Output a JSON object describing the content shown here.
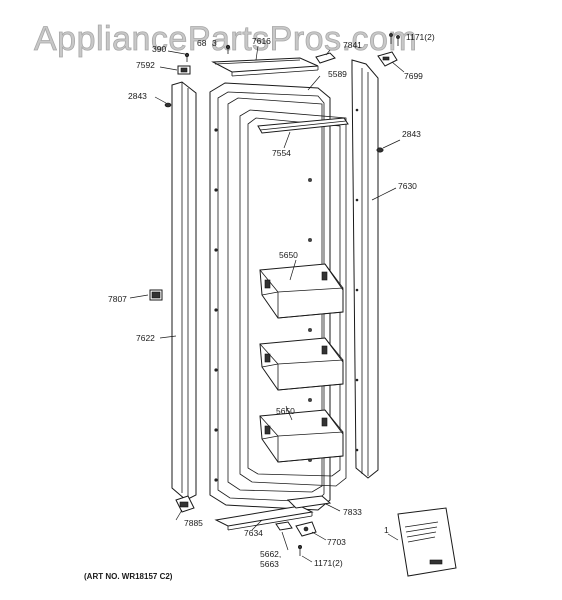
{
  "watermark": "AppliancePartsPros.com",
  "art_number": "(ART NO. WR18157 C2)",
  "callouts": {
    "c390": "390",
    "c68": "68",
    "c3": "3",
    "c7616": "7616",
    "c7841": "7841",
    "c1171top": "1171(2)",
    "c7592": "7592",
    "c5589": "5589",
    "c7699": "7699",
    "c2843l": "2843",
    "c2843r": "2843",
    "c7554": "7554",
    "c7630": "7630",
    "c5650a": "5650",
    "c7807": "7807",
    "c7622": "7622",
    "c5650b": "5650",
    "c7885": "7885",
    "c7833": "7833",
    "c7634": "7634",
    "c7703": "7703",
    "c5662": "5662,",
    "c5663": "5663",
    "c1171bot": "1171(2)",
    "c1": "1"
  }
}
